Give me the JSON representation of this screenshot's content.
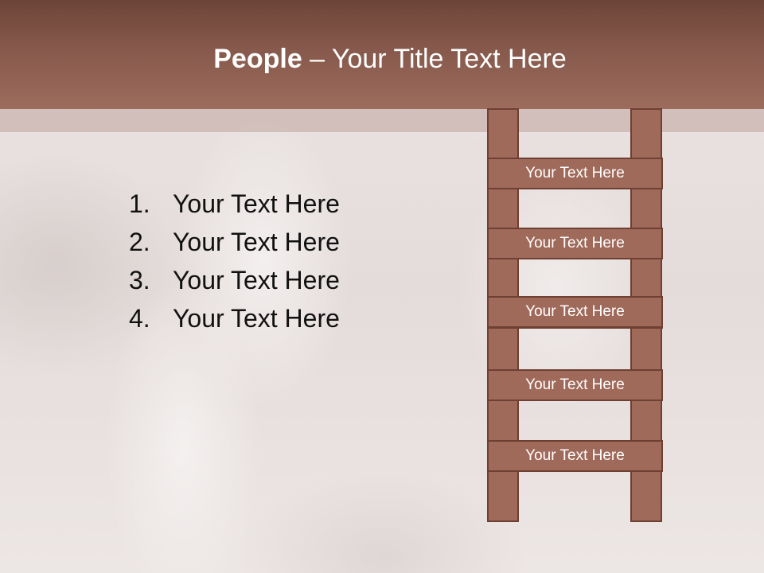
{
  "title": {
    "bold": "People",
    "rest": " – Your Title Text Here"
  },
  "list": [
    {
      "num": "1.",
      "text": "Your Text Here"
    },
    {
      "num": "2.",
      "text": "Your Text Here"
    },
    {
      "num": "3.",
      "text": "Your Text Here"
    },
    {
      "num": "4.",
      "text": "Your Text Here"
    }
  ],
  "ladder": [
    "Your Text Here",
    "Your Text Here",
    "Your Text Here",
    "Your Text Here",
    "Your Text Here"
  ],
  "colors": {
    "header": "#86594c",
    "ladder": "#a06a5b",
    "ladder_border": "#6e3f33"
  }
}
